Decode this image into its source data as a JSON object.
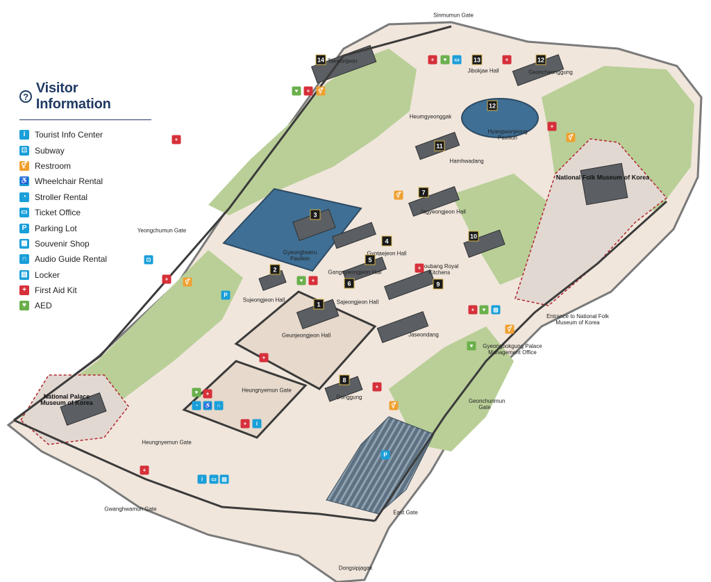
{
  "legend": {
    "title": "Visitor Information",
    "title_icon": "question-icon",
    "items": [
      {
        "label": "Tourist Info Center",
        "icon": "info-icon",
        "color": "#1a9fd9",
        "glyph": "i"
      },
      {
        "label": "Subway",
        "icon": "subway-icon",
        "color": "#1a9fd9",
        "glyph": "⊡"
      },
      {
        "label": "Restroom",
        "icon": "restroom-icon",
        "color": "#f0a030",
        "glyph": "⚥"
      },
      {
        "label": "Wheelchair Rental",
        "icon": "wheelchair-icon",
        "color": "#1a9fd9",
        "glyph": "♿"
      },
      {
        "label": "Stroller Rental",
        "icon": "stroller-icon",
        "color": "#1a9fd9",
        "glyph": "◔"
      },
      {
        "label": "Ticket Office",
        "icon": "ticket-icon",
        "color": "#1a9fd9",
        "glyph": "▭"
      },
      {
        "label": "Parking Lot",
        "icon": "parking-icon",
        "color": "#1a9fd9",
        "glyph": "P"
      },
      {
        "label": "Souvenir Shop",
        "icon": "gift-icon",
        "color": "#1a9fd9",
        "glyph": "▦"
      },
      {
        "label": "Audio Guide Rental",
        "icon": "headphones-icon",
        "color": "#1a9fd9",
        "glyph": "∩"
      },
      {
        "label": "Locker",
        "icon": "locker-icon",
        "color": "#1a9fd9",
        "glyph": "▤"
      },
      {
        "label": "First Aid Kit",
        "icon": "first-aid-icon",
        "color": "#d6303a",
        "glyph": "+"
      },
      {
        "label": "AED",
        "icon": "aed-icon",
        "color": "#6ab04c",
        "glyph": "♥"
      }
    ]
  },
  "places": {
    "sinmumun_gate": "Sinmumun Gate",
    "yeongchumun_gate": "Yeongchumun Gate",
    "national_folk_museum": "National Folk Museum of Korea",
    "national_palace_museum": "National Palace Museum of Korea",
    "heungnyemun_gate": "Heungnyemun Gate",
    "heungnyemun_gate_inner": "Heungnyemun Gate",
    "gwanghwamun_gate": "Gwanghwamun Gate",
    "donggsipjagak": "Dongsipjagak",
    "geonchunmun_gate": "Geonchunmun Gate",
    "east_gate": "East Gate",
    "folk_entrance": "Entrance to National Folk Museum of Korea",
    "gyeongbokgung_mgmt": "Gyeongbokgung Palace Management Office",
    "geunjeongjeon": "Geunjeongjeon Hall",
    "gyeonghoeru": "Gyeonghoeru Pavilion",
    "sujeongjeon": "Sujeongjeon Hall",
    "gangnyeongjeon": "Gangnyeongjeon Hall",
    "gyotaejeon": "Gyotaejeon Hall",
    "sajeongjeon": "Sajeongjeon Hall",
    "hyangwonjeong": "Hyangwonjeong Pavilion",
    "jibokjae": "Jibokjae Hall",
    "jagyeongjeon": "Jagyeongjeon Hall",
    "heumgyeonggak": "Heumgyeonggak",
    "sojubang": "Soubang Royal Kitchens",
    "jaseondang": "Jaseondang",
    "donggung": "Donggung",
    "geoncheonggung": "Geoncheonggung",
    "taewonjeon": "Taewonjeon",
    "hamhwadang": "Hamhwadang"
  },
  "markers": [
    "1",
    "2",
    "3",
    "4",
    "5",
    "6",
    "7",
    "8",
    "9",
    "10",
    "11",
    "12",
    "12",
    "13",
    "14"
  ]
}
